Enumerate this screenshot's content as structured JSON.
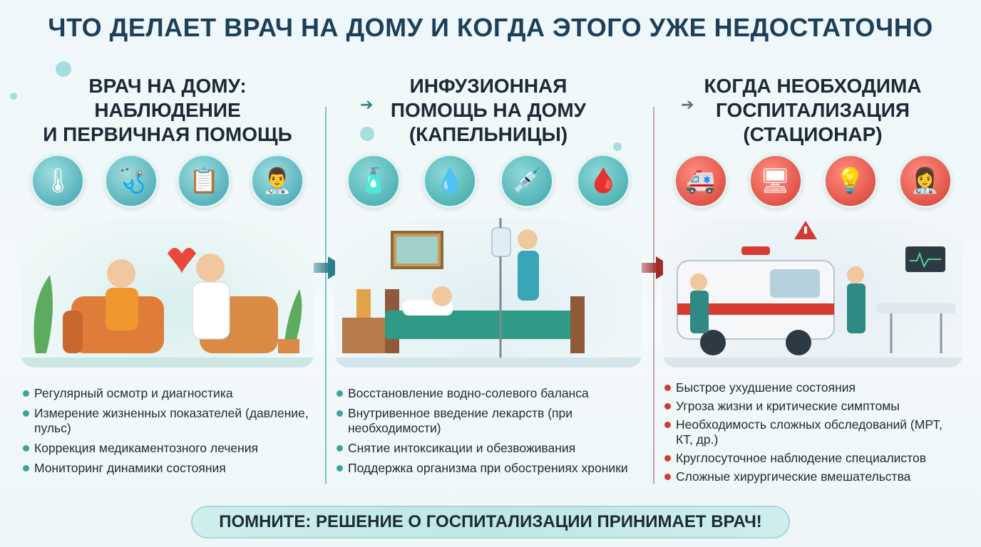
{
  "title": "ЧТО ДЕЛАЕТ ВРАЧ НА ДОМУ И КОГДА ЭТОГО УЖЕ НЕДОСТАТОЧНО",
  "columns": [
    {
      "title_lines": [
        "ВРАЧ НА ДОМУ:",
        "НАБЛЮДЕНИЕ",
        "И ПЕРВИЧНАЯ ПОМОЩЬ"
      ],
      "icons": [
        "thermometer-icon",
        "stethoscope-icon",
        "clipboard-icon",
        "doctor-icon"
      ],
      "bullets": [
        "Регулярный осмотр и диагностика",
        "Измерение жизненных показателей (давление, пульс)",
        "Коррекция медикаментозного лечения",
        "Мониторинг динамики состояния"
      ]
    },
    {
      "title_lines": [
        "ИНФУЗИОННАЯ",
        "ПОМОЩЬ НА ДОМУ",
        "(КАПЕЛЬНИЦЫ)"
      ],
      "icons": [
        "iv-bag-icon",
        "drip-icon",
        "syringe-icon",
        "tonometer-icon"
      ],
      "bullets": [
        "Восстановление водно-солевого баланса",
        "Внутривенное введение лекарств (при необходимости)",
        "Снятие интоксикации и обезвоживания",
        "Поддержка организма при обострениях хроники"
      ]
    },
    {
      "title_lines": [
        "КОГДА НЕОБХОДИМА",
        "ГОСПИТАЛИЗАЦИЯ",
        "(СТАЦИОНАР)"
      ],
      "icons": [
        "ambulance-icon",
        "monitor-icon",
        "surgical-lamp-icon",
        "surgeon-icon"
      ],
      "bullets": [
        "Быстрое ухудшение состояния",
        "Угроза жизни и критические симптомы",
        "Необходимость сложных обследований (МРТ, КТ, др.)",
        "Круглосуточное наблюдение специалистов",
        "Сложные хирургические вмешательства"
      ]
    }
  ],
  "banner": "ПОМНИТЕ: РЕШЕНИЕ О ГОСПИТАЛИЗАЦИИ ПРИНИМАЕТ ВРАЧ!",
  "colors": {
    "title": "#1d3f5a",
    "teal": "#3aa39c",
    "red": "#d33a30",
    "banner_bg": "#c7eaea"
  }
}
